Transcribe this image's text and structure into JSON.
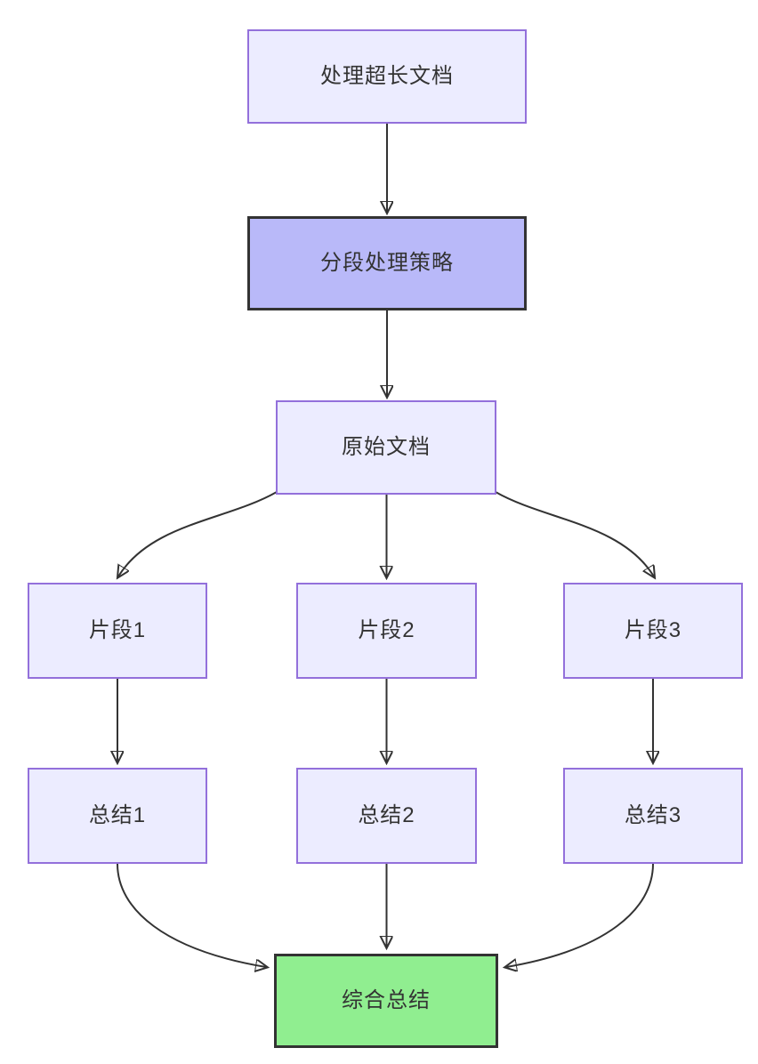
{
  "diagram": {
    "type": "flowchart",
    "direction": "top-down",
    "nodes": [
      {
        "id": "A",
        "label": "处理超长文档",
        "style": "default"
      },
      {
        "id": "B",
        "label": "分段处理策略",
        "style": "highlight-purple"
      },
      {
        "id": "C",
        "label": "原始文档",
        "style": "default"
      },
      {
        "id": "D1",
        "label": "片段1",
        "style": "default"
      },
      {
        "id": "D2",
        "label": "片段2",
        "style": "default"
      },
      {
        "id": "D3",
        "label": "片段3",
        "style": "default"
      },
      {
        "id": "E1",
        "label": "总结1",
        "style": "default"
      },
      {
        "id": "E2",
        "label": "总结2",
        "style": "default"
      },
      {
        "id": "E3",
        "label": "总结3",
        "style": "default"
      },
      {
        "id": "F",
        "label": "综合总结",
        "style": "highlight-green"
      }
    ],
    "edges": [
      {
        "from": "A",
        "to": "B"
      },
      {
        "from": "B",
        "to": "C"
      },
      {
        "from": "C",
        "to": "D1"
      },
      {
        "from": "C",
        "to": "D2"
      },
      {
        "from": "C",
        "to": "D3"
      },
      {
        "from": "D1",
        "to": "E1"
      },
      {
        "from": "D2",
        "to": "E2"
      },
      {
        "from": "D3",
        "to": "E3"
      },
      {
        "from": "E1",
        "to": "F"
      },
      {
        "from": "E2",
        "to": "F"
      },
      {
        "from": "E3",
        "to": "F"
      }
    ],
    "colors": {
      "node_default_fill": "#ECECFF",
      "node_default_border": "#9370DB",
      "node_strategy_fill": "#b9b9f9",
      "node_final_fill": "#90EE90",
      "highlight_border": "#333333",
      "edge_stroke": "#333333",
      "text": "#333333",
      "background": "#ffffff"
    }
  }
}
